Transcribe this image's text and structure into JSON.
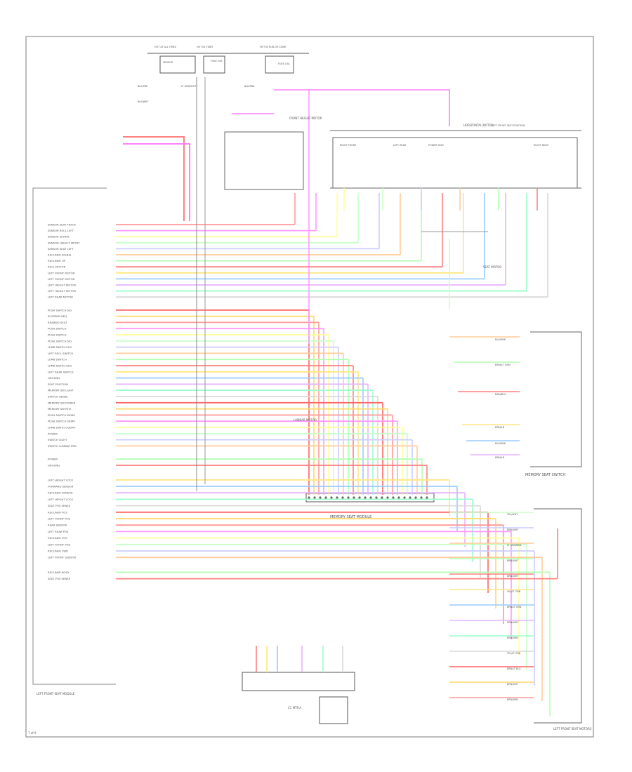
{
  "diagram": {
    "labels": {
      "seat_switch": "MEMORY SEAT SWITCH",
      "memory_module": "MEMORY SEAT MODULE",
      "bottom_right": "LEFT FRONT SEAT MOTORS",
      "bottom_left": "LEFT FRONT SEAT MODULE",
      "footer_left": "7 of 9",
      "c_label": "C1 MTR-A",
      "seat_motor": "SEAT MOTOR",
      "lumbar_motor": "LUMBAR MOTOR",
      "front_box": "FRONT HEIGHT MOTOR",
      "horiz_box": "HORIZONTAL MOTOR"
    },
    "left_pin_labels": [
      "SENSOR SEAT TRACK",
      "SENSOR RECL LEFT",
      "SENSOR SIGNAL",
      "SENSOR HEIGHT FRONT",
      "SENSOR SEAT LEFT",
      "RECLINER SIGNAL",
      "RECLINER UP",
      "RECL MOTOR",
      "LEFT FRONT MOTOR",
      "LEFT FRONT MOTOR",
      "LEFT HEIGHT MOTOR",
      "LEFT HEIGHT MOTOR",
      "LEFT REAR MOTOR",
      "PUSH SWITCH SIG",
      "SUSPEND REQ",
      "REARWD SEAT",
      "PUSH SWITCH",
      "PUSH SWITCH",
      "PUSH SWITCH SIG",
      "LUMB SWITCH SIG",
      "LEFT RECL SWITCH",
      "LUMB SWITCH",
      "LUMB SWITCH SIG",
      "LEFT REAR SWITCH",
      "GROUND",
      "SEAT POSITION",
      "MEMORY SW LIGHT",
      "SWITCH SENSE",
      "MEMORY SW POWER",
      "MEMORY SW RTN",
      "PUSH SWITCH DEMO",
      "PUSH SWITCH DEMO",
      "LUMB SWITCH DEMO",
      "POWER",
      "SWITCH LIGHT",
      "SWITCH LUMBAR RTN",
      "POWER",
      "GROUND",
      "LEFT HEIGHT LOCK",
      "FORWARD SENSOR",
      "RECLINER SENSOR",
      "LEFT HEIGHT LOCK",
      "SEAT POS SENSE",
      "RECLINER POS",
      "LEFT FRONT POS",
      "REAR SENSOR",
      "LEFT REAR POS",
      "RECLINER POS",
      "LEFT FRONT POS",
      "RECLINER FWD",
      "LEFT FRONT SENSOR",
      "RECLINER BODY",
      "SEAT POS SENSE"
    ],
    "switch_labels": [
      "BLK/PNK",
      "BRN/LT GRN",
      "BRN/BLK",
      "BRN/LB",
      "BLK/PNK",
      "BRN/LB"
    ],
    "right_motor_labels": [
      "YEL/WHT",
      "BRN/WHT",
      "LT GRN/BRN",
      "BRN/WHT",
      "BRN/WHT",
      "YEL/LT GRN",
      "BRN/LT GRN",
      "BRN/WHT",
      "BRN/BRN",
      "YEL/LT GRN",
      "BRN/LT BLU",
      "BRN/WHT",
      "BRN/BRN"
    ],
    "top_labels": [
      "HOT AT ALL TIMES",
      "HOT IN START",
      "HOT IN RUN OR START",
      "FUSE 20A",
      "FUSE 15A",
      "SENSOR",
      "BLK/PNK",
      "LT GRN/WHT",
      "BLK/WHT",
      "BLK/PNK",
      "RIGHT FRONT",
      "LEFT REAR",
      "POWER SEAT",
      "RIGHT REAR",
      "LEFT FRONT SEAT POSITION"
    ]
  }
}
